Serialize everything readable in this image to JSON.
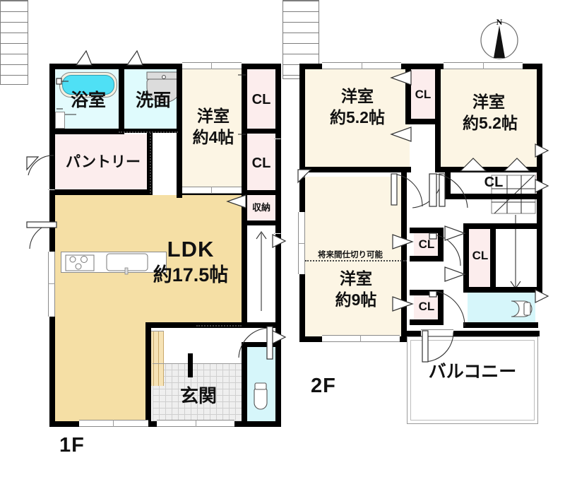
{
  "document": {
    "type": "real-estate-floor-plan",
    "compass": {
      "label": "N",
      "icon": "compass-north-icon"
    }
  },
  "floors": [
    {
      "id": "1f",
      "tag": "1F",
      "rooms": [
        {
          "name": "bathroom",
          "label": "浴室",
          "color": "#E3FBFD"
        },
        {
          "name": "washroom",
          "label": "洗面",
          "color": "#DFFBFD"
        },
        {
          "name": "pantry",
          "label": "パントリー",
          "color": "#FCEDED"
        },
        {
          "name": "western-room",
          "label": "洋室\n約4帖",
          "color": "#FCF5E4"
        },
        {
          "name": "closet-upper",
          "label": "CL",
          "color": "#FCEDED"
        },
        {
          "name": "closet-lower",
          "label": "CL",
          "color": "#FCEDED"
        },
        {
          "name": "storage",
          "label": "収納",
          "color": "#FCEDED"
        },
        {
          "name": "ldk",
          "label": "LDK\n約17.5帖",
          "color": "#F5DFA5"
        },
        {
          "name": "entrance",
          "label": "玄関",
          "color": "#EFEFEF"
        },
        {
          "name": "toilet",
          "label": "",
          "color": "#D6F6FA"
        }
      ],
      "ldk_title": "LDK",
      "ldk_size": "約17.5帖",
      "room4_title": "洋室",
      "room4_size": "約4帖"
    },
    {
      "id": "2f",
      "tag": "2F",
      "rooms": [
        {
          "name": "western-room-nw",
          "label": "洋室\n約5.2帖",
          "color": "#FCF5E4"
        },
        {
          "name": "western-room-ne",
          "label": "洋室\n約5.2帖",
          "color": "#FCF5E4"
        },
        {
          "name": "western-room-9",
          "label": "洋室\n約9帖",
          "color": "#FCF5E4"
        },
        {
          "name": "closet-nw",
          "label": "CL",
          "color": "#FCEDED"
        },
        {
          "name": "closet-ne",
          "label": "CL",
          "color": "#FCEDED"
        },
        {
          "name": "closet-mid-top",
          "label": "CL",
          "color": "#FCEDED"
        },
        {
          "name": "closet-mid-bot",
          "label": "CL",
          "color": "#FCEDED"
        },
        {
          "name": "closet-hall",
          "label": "CL",
          "color": "#FCEDED"
        },
        {
          "name": "balcony",
          "label": "バルコニー",
          "color": "#ffffff"
        },
        {
          "name": "toilet",
          "label": "",
          "color": "#D6F6FA"
        }
      ],
      "partition_note": "将来間仕切り可能",
      "room52a_title": "洋室",
      "room52a_size": "約5.2帖",
      "room52b_title": "洋室",
      "room52b_size": "約5.2帖",
      "room9_title": "洋室",
      "room9_size": "約9帖",
      "balcony_label": "バルコニー"
    }
  ],
  "labels": {
    "bathroom": "浴室",
    "washroom": "洗面",
    "pantry": "パントリー",
    "storage": "収納",
    "entrance": "玄関",
    "cl": "CL",
    "floor1": "1F",
    "floor2": "2F",
    "north": "N"
  },
  "colors": {
    "wall": "#000000",
    "ldk": "#F5DFA5",
    "room": "#FCF5E4",
    "closet": "#FCEDED",
    "wet": "#DFFBFD",
    "tub": "#4FE0F5",
    "toilet": "#D6F6FA",
    "entrance_tile": "#EFEFEF"
  }
}
